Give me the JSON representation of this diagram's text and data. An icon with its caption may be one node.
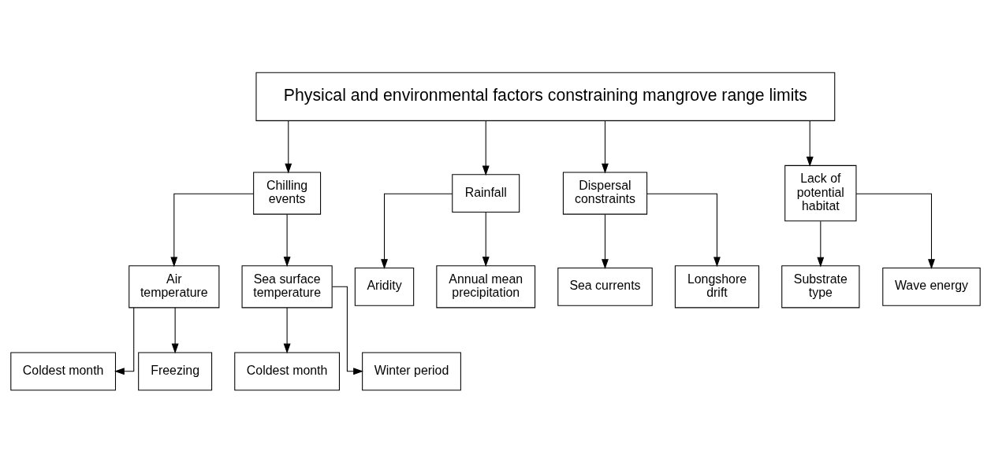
{
  "diagram": {
    "nodes": [
      {
        "text": [
          "Physical and environmental factors constraining mangrove range limits"
        ]
      },
      {
        "text": [
          "Chilling events"
        ]
      },
      {
        "text": [
          "Rainfall"
        ]
      },
      {
        "text": [
          "Dispersal constraints"
        ]
      },
      {
        "text": [
          "Lack of potential habitat"
        ]
      },
      {
        "text": [
          "Air temperature"
        ]
      },
      {
        "text": [
          "Sea surface temperature"
        ]
      },
      {
        "text": [
          "Coldest month"
        ]
      },
      {
        "text": [
          "Freezing"
        ]
      },
      {
        "text": [
          "Coldest month"
        ]
      },
      {
        "text": [
          "Winter period"
        ]
      },
      {
        "text": [
          "Aridity"
        ]
      },
      {
        "text": [
          "Annual mean precipitation"
        ]
      },
      {
        "text": [
          "Sea currents"
        ]
      },
      {
        "text": [
          "Longshore drift"
        ]
      },
      {
        "text": [
          "Substrate type"
        ]
      },
      {
        "text": [
          "Wave energy"
        ]
      }
    ],
    "edges": [
      {
        "from": 0,
        "to": 1,
        "arrow": "to"
      },
      {
        "from": 0,
        "to": 2,
        "arrow": "to"
      },
      {
        "from": 0,
        "to": 3,
        "arrow": "to"
      },
      {
        "from": 0,
        "to": 4,
        "arrow": "to"
      },
      {
        "from": 1,
        "to": 5,
        "arrow": "to"
      },
      {
        "from": 1,
        "to": 6,
        "arrow": "to"
      },
      {
        "from": 5,
        "to": 7,
        "arrow": "to"
      },
      {
        "from": 5,
        "to": 8,
        "arrow": "to"
      },
      {
        "from": 6,
        "to": 9,
        "arrow": "to"
      },
      {
        "from": 6,
        "to": 10,
        "arrow": "to"
      },
      {
        "from": 2,
        "to": 11,
        "arrow": "to"
      },
      {
        "from": 2,
        "to": 12,
        "arrow": "to"
      },
      {
        "from": 3,
        "to": 13,
        "arrow": "to"
      },
      {
        "from": 3,
        "to": 14,
        "arrow": "to"
      },
      {
        "from": 4,
        "to": 15,
        "arrow": "to"
      },
      {
        "from": 4,
        "to": 16,
        "arrow": "to"
      }
    ]
  }
}
